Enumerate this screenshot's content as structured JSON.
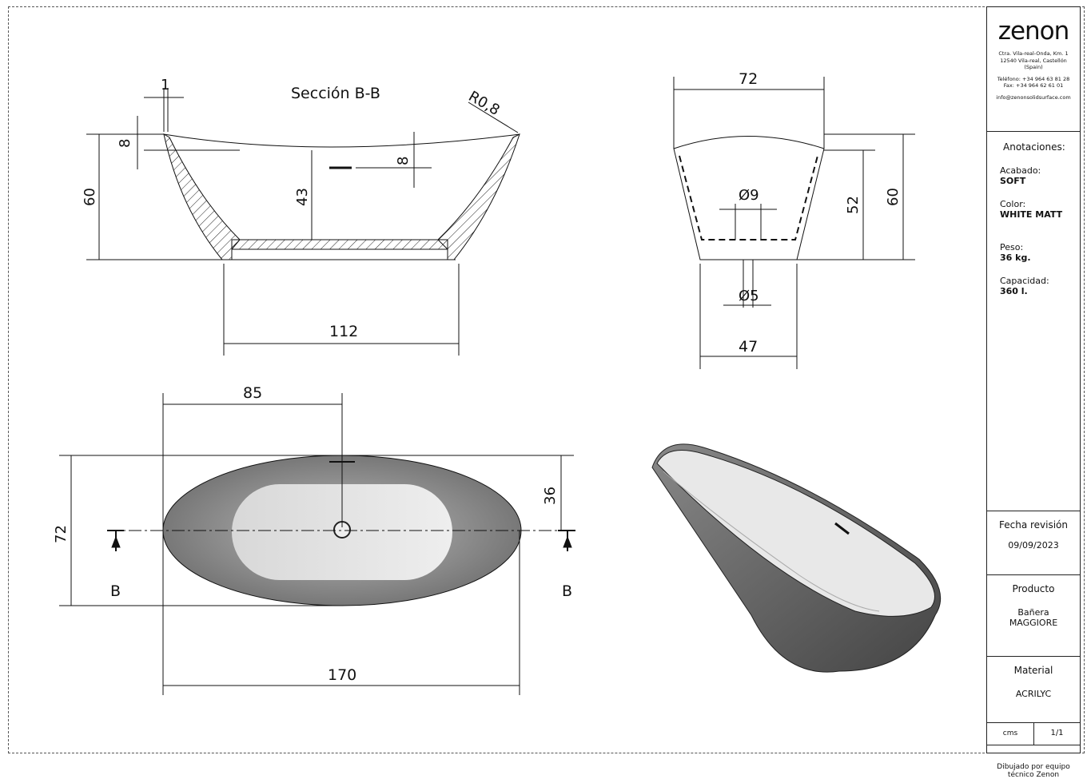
{
  "section_title": "Sección B-B",
  "dims": {
    "section": {
      "thickness": "1",
      "rim": "8",
      "height": "60",
      "depth": "43",
      "overflow": "8",
      "radius": "R0,8",
      "base": "112"
    },
    "side": {
      "width": "72",
      "depth": "52",
      "height": "60",
      "hole": "Ø9",
      "drain": "Ø5",
      "base": "47"
    },
    "plan": {
      "half": "85",
      "width": "72",
      "half_width": "36",
      "length": "170",
      "cut_left": "B",
      "cut_right": "B"
    }
  },
  "title_block": {
    "logo": "zenon",
    "address1": "Ctra. Vila-real-Onda, Km. 1",
    "address2": "12540 Vila-real, Castellón",
    "address3": "(Spain)",
    "phone": "Teléfono: +34 964 63 81 28",
    "fax": "Fax: +34 964 62 61 01",
    "email": "info@zenonsolidsurface.com",
    "annotations_title": "Anotaciones:",
    "finish_label": "Acabado:",
    "finish": "SOFT",
    "color_label": "Color:",
    "color": "WHITE MATT",
    "weight_label": "Peso:",
    "weight": "36 kg.",
    "capacity_label": "Capacidad:",
    "capacity": "360 l.",
    "revision_label": "Fecha revisión",
    "revision": "09/09/2023",
    "product_label": "Producto",
    "product1": "Bañera",
    "product2": "MAGGIORE",
    "material_label": "Material",
    "material": "ACRILYC",
    "units": "cms",
    "sheet": "1/1",
    "drawn_by1": "Dibujado por equipo",
    "drawn_by2": "técnico Zenon"
  }
}
